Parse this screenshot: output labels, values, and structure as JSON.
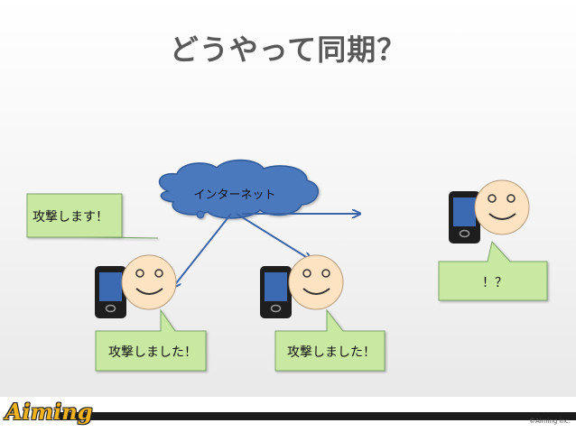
{
  "title": "どうやって同期？",
  "cloud_label": "インターネット",
  "callouts": {
    "left_top": "攻撃します！",
    "bottom_left": "攻撃しました！",
    "bottom_mid": "攻撃しました！",
    "right": "！？"
  },
  "footer": {
    "logo": "Aiming",
    "copyright": "©Aiming inc."
  },
  "colors": {
    "arrow": "#3a64a8",
    "phone_body": "#1e1e1e",
    "phone_screen": "#3b6ab3",
    "face": "#fde3c1",
    "callout_fill": "#c9e8a2",
    "callout_border": "#7aa36a",
    "cloud_fill": "#4b79bd",
    "footer_bar": "#1c1c1c",
    "logo": "#f2b21d"
  },
  "icons": [
    "cloud-icon",
    "smartphone-icon",
    "smiley-face-icon",
    "arrow-icon"
  ]
}
